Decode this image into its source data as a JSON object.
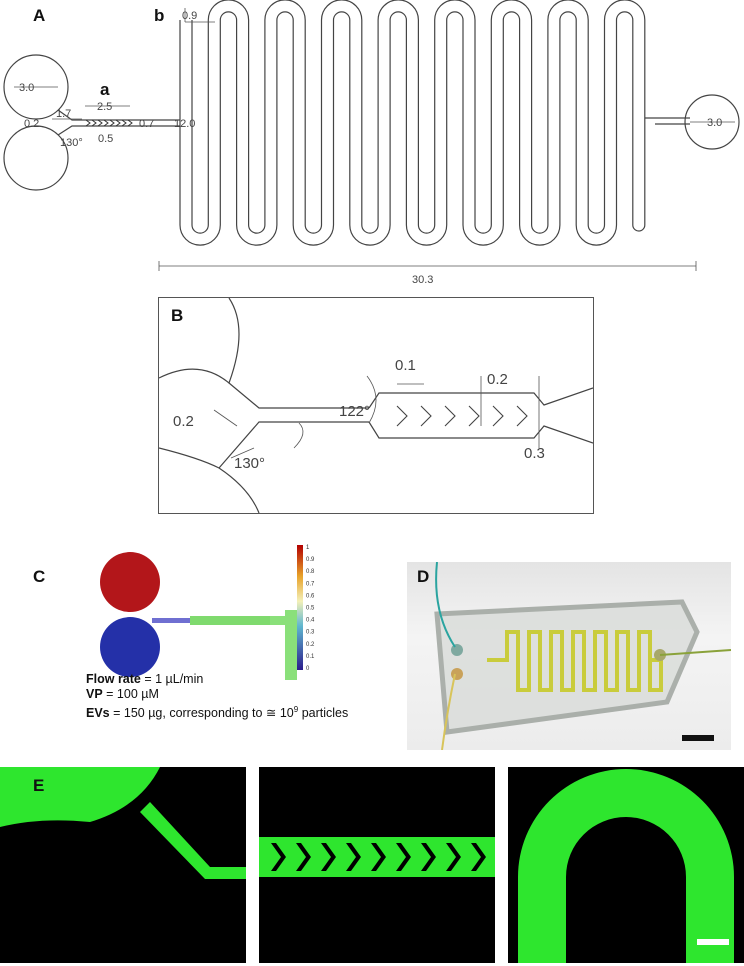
{
  "panel_labels": {
    "A": "A",
    "a": "a",
    "b": "b",
    "B": "B",
    "C": "C",
    "D": "D",
    "E": "E"
  },
  "panelA_dims": {
    "inlet_diameter": "3.0",
    "outlet_diameter": "3.0",
    "junction_width": "0.2",
    "inlet_channel_length": "1.7",
    "mixer_length": "2.5",
    "mixer_pitch": "0.5",
    "taper": "0.7",
    "serpentine_height": "12.0",
    "serpentine_channel": "0.9",
    "total_length": "30.3",
    "junction_angle": "130°"
  },
  "panelB_dims": {
    "junction_width": "0.2",
    "junction_angle": "130°",
    "chevron_angle": "122°",
    "chevron_gap": "0.1",
    "chevron_width": "0.2",
    "outlet_width": "0.3"
  },
  "panelC": {
    "colorbar_ticks": [
      "1",
      "0.9",
      "0.8",
      "0.7",
      "0.6",
      "0.5",
      "0.4",
      "0.3",
      "0.2",
      "0.1",
      "0"
    ],
    "flow_rate_label": "Flow rate",
    "flow_rate_value": " = 1 µL/min",
    "vp_label": "VP",
    "vp_value": " = 100 µM",
    "evs_label": "EVs",
    "evs_value": " = 150 µg, corresponding to ≅ 10",
    "evs_exp": "9",
    "evs_tail": " particles"
  },
  "colors": {
    "red": "#b3161a",
    "blue": "#2430a8",
    "green": "#4fe04f",
    "fluor": "#2ee62e"
  }
}
